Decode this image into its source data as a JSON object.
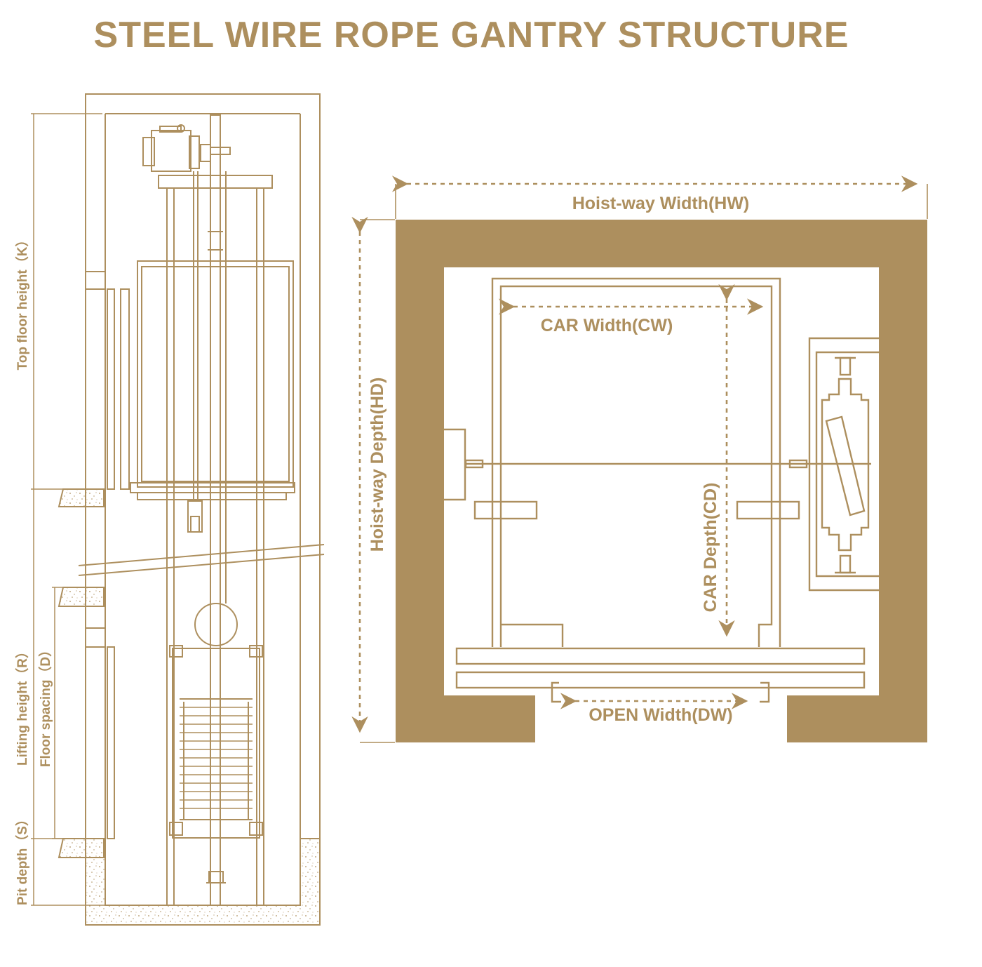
{
  "title": "STEEL WIRE ROPE GANTRY STRUCTURE",
  "colors": {
    "primary": "#ad8f5e",
    "background": "#ffffff"
  },
  "section_view": {
    "labels": {
      "top_floor_height": "Top floor height（K）",
      "lifting_height": "Lifting height（R）",
      "floor_spacing": "Floor spacing（D）",
      "pit_depth": "Pit depth（S）"
    }
  },
  "plan_view": {
    "labels": {
      "hoistway_width": "Hoist-way Width(HW)",
      "hoistway_depth": "Hoist-way Depth(HD)",
      "car_width": "CAR Width(CW)",
      "car_depth": "CAR Depth(CD)",
      "open_width": "OPEN Width(DW)"
    }
  }
}
